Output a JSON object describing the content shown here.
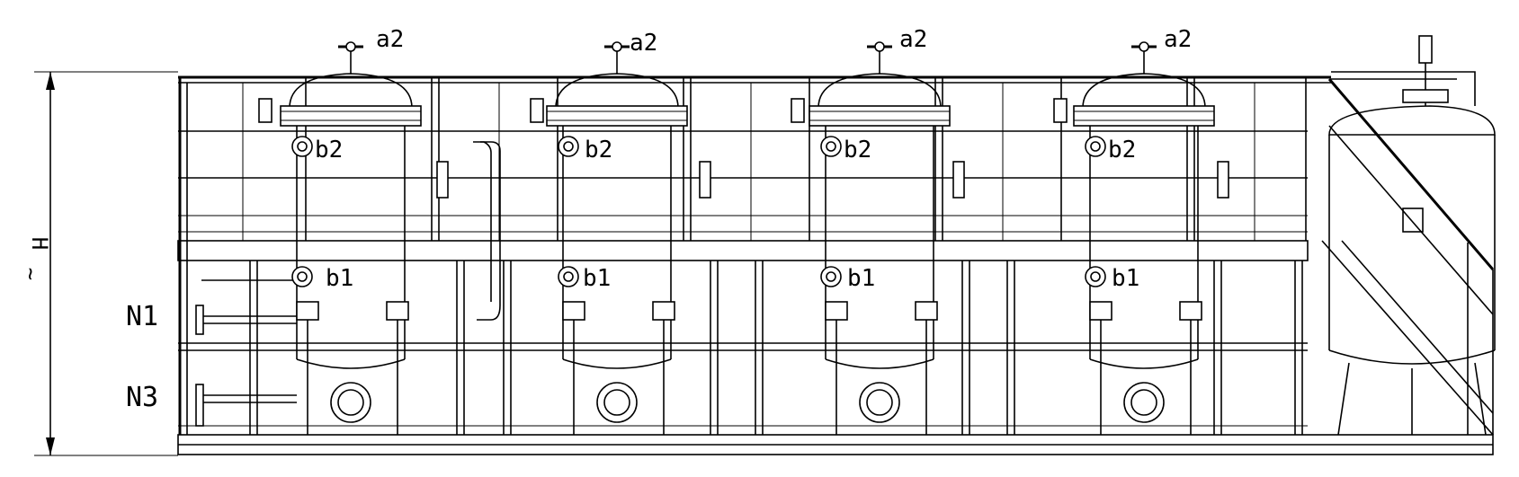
{
  "drawing": {
    "dimension_label": "H",
    "dimension_sub": "~",
    "level_labels": [
      "N1",
      "N3"
    ],
    "vessels": [
      {
        "top_label": "a2",
        "mid_label": "b2",
        "low_label": "b1"
      },
      {
        "top_label": "a2",
        "mid_label": "b2",
        "low_label": "b1"
      },
      {
        "top_label": "a2",
        "mid_label": "b2",
        "low_label": "b1"
      },
      {
        "top_label": "a2",
        "mid_label": "b2",
        "low_label": "b1"
      }
    ]
  }
}
